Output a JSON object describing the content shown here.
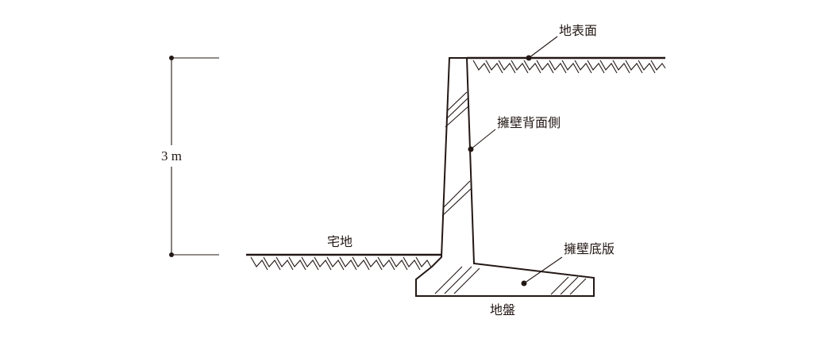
{
  "diagram": {
    "labels": {
      "ground_surface": "地表面",
      "wall_back_side": "擁壁背面側",
      "residential_land": "宅地",
      "wall_base_slab": "擁壁底版",
      "foundation_ground": "地盤"
    },
    "dimension": {
      "height_label": "3 m"
    },
    "colors": {
      "ink": "#231815",
      "background": "#ffffff"
    }
  }
}
